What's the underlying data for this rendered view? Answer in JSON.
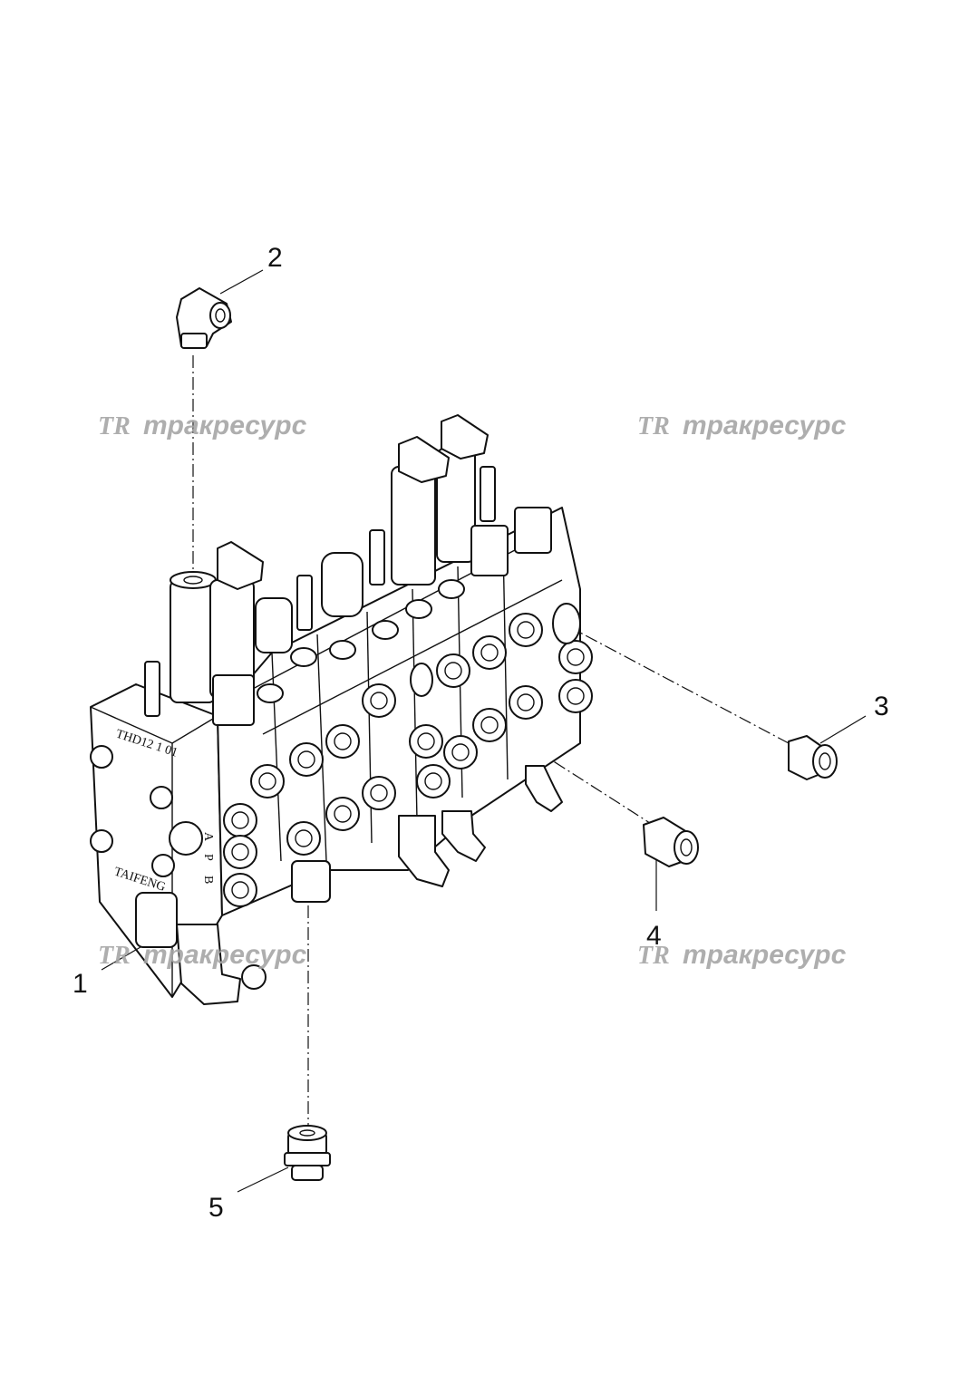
{
  "callouts": [
    {
      "id": "1",
      "label": "1"
    },
    {
      "id": "2",
      "label": "2"
    },
    {
      "id": "3",
      "label": "3"
    },
    {
      "id": "4",
      "label": "4"
    },
    {
      "id": "5",
      "label": "5"
    }
  ],
  "watermark": {
    "logo": "TR",
    "text": "тракресурс",
    "color": "#a6a6a6"
  },
  "engravings": {
    "model": "THD12 1 01",
    "brand": "TAIFENG",
    "ports": [
      "A",
      "P",
      "B"
    ]
  }
}
